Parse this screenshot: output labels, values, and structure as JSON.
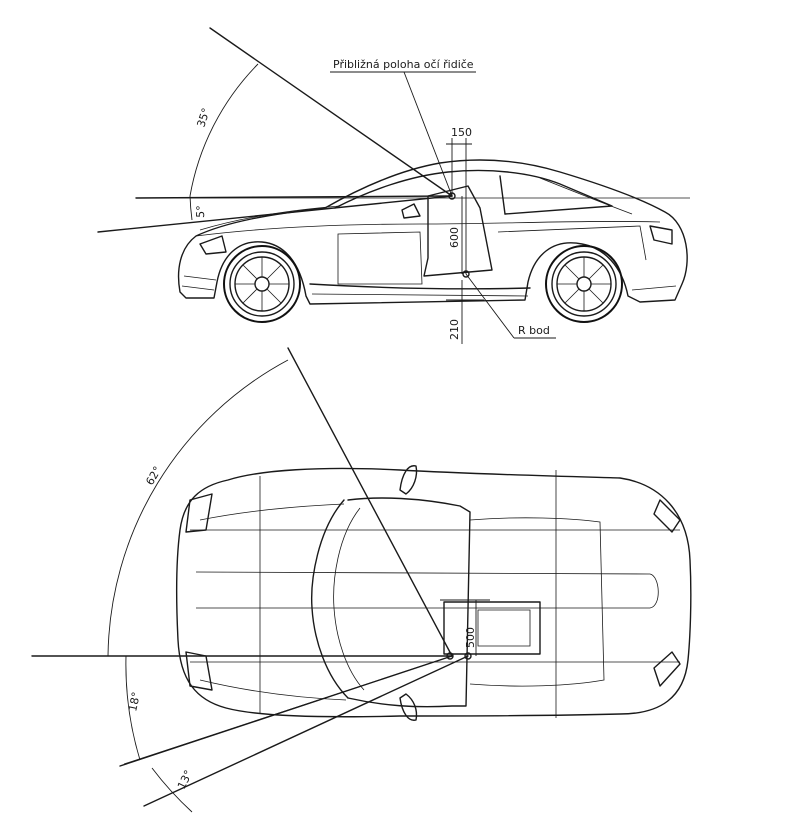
{
  "labels": {
    "driver_eye_position": "Přibližná poloha očí řidiče",
    "r_point": "R bod"
  },
  "side_view": {
    "angles": {
      "upper": "35°",
      "lower": "5°"
    },
    "dimensions": {
      "seat_offset": "150",
      "eye_height": "600",
      "r_height": "210"
    }
  },
  "top_view": {
    "angles": {
      "left": "62°",
      "right_inner": "18°",
      "right_outer": "13°"
    },
    "dimensions": {
      "eye_spacing": "500"
    }
  }
}
